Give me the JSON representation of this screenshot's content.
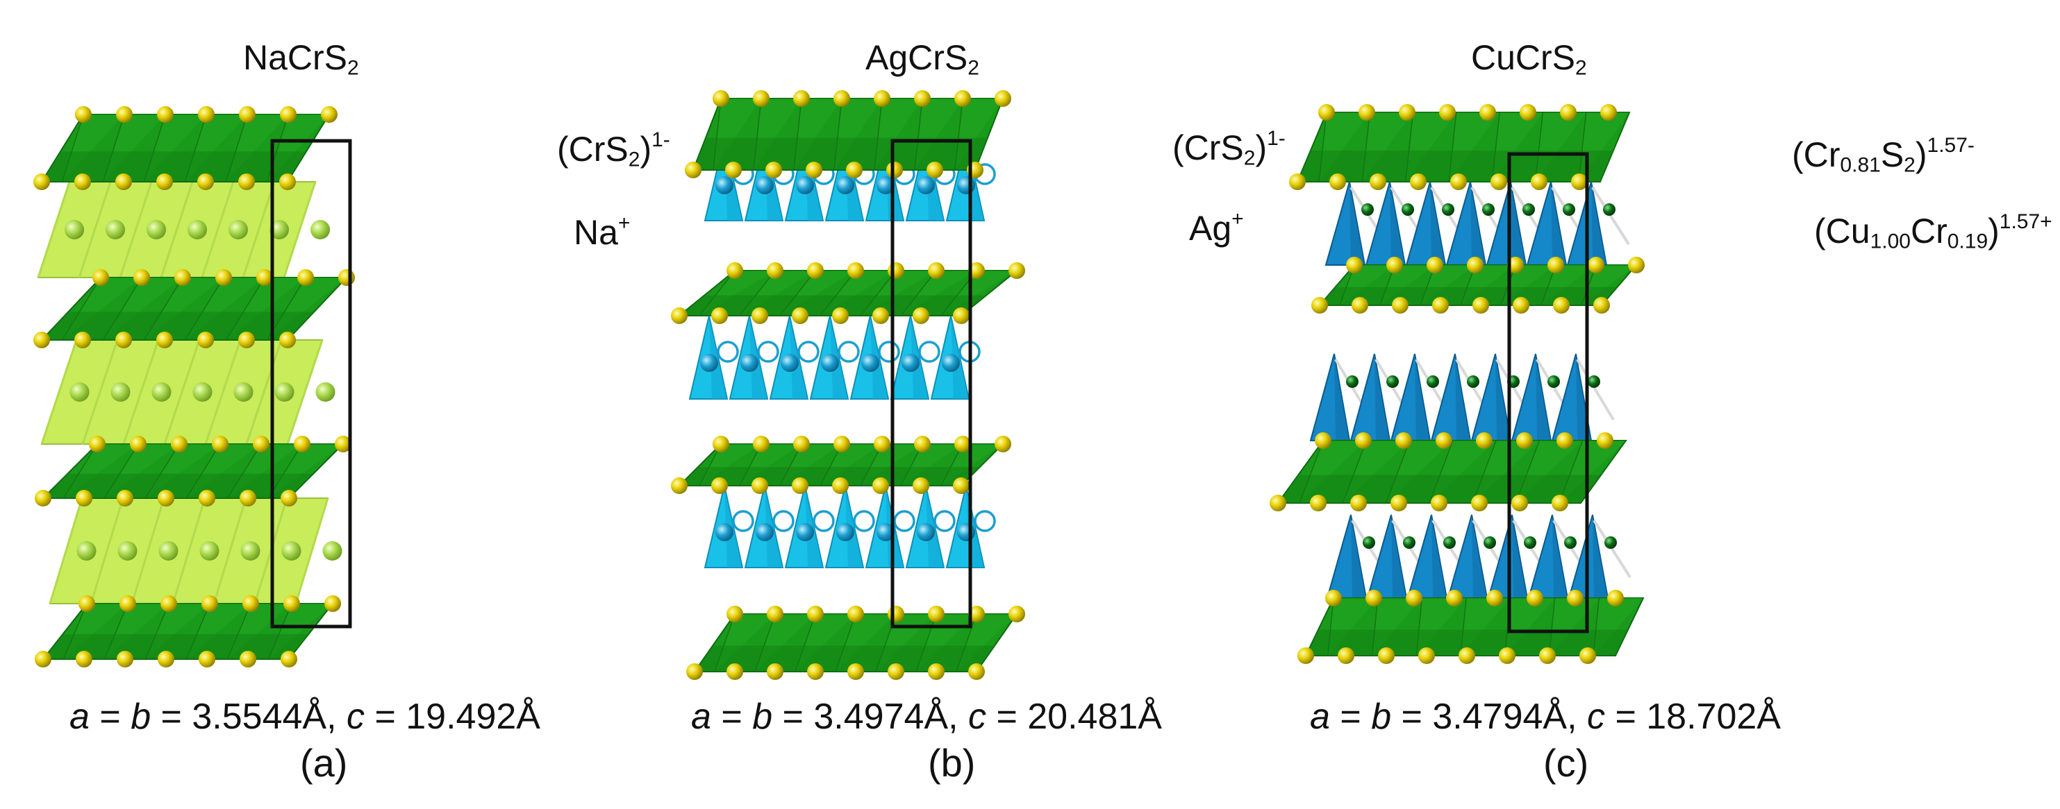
{
  "panels": [
    {
      "id": "a",
      "title": {
        "pre": "NaCrS",
        "sub": "2"
      },
      "top_layer": {
        "pre": "(CrS",
        "sub": "2",
        "post": ")",
        "sup": "1-"
      },
      "inter_label": {
        "pre": "Na",
        "sup": "+"
      },
      "params": {
        "a": "a",
        "eq1": " = ",
        "b": "b",
        "v1": " = 3.5544Å, ",
        "c": "c",
        "v2": " = 19.492Å"
      },
      "panel_label": "(a)",
      "interlayer": "octahedral"
    },
    {
      "id": "b",
      "title": {
        "pre": "AgCrS",
        "sub": "2"
      },
      "top_layer": {
        "pre": "(CrS",
        "sub": "2",
        "post": ")",
        "sup": "1-"
      },
      "inter_label": {
        "pre": "Ag",
        "sup": "+"
      },
      "params": {
        "a": "a",
        "eq1": " = ",
        "b": "b",
        "v1": " = 3.4974Å, ",
        "c": "c",
        "v2": " = 20.481Å"
      },
      "panel_label": "(b)",
      "interlayer": "tetrahedral-vacancy"
    },
    {
      "id": "c",
      "title": {
        "pre": "CuCrS",
        "sub": "2"
      },
      "top_layer": {
        "pre": "(Cr",
        "sub": "0.81",
        "mid": "S",
        "sub2": "2",
        "post": ")",
        "sup": "1.57-"
      },
      "inter_label": {
        "pre": "(Cu",
        "sub": "1.00",
        "mid": "Cr",
        "sub2": "0.19",
        "post": ")",
        "sup": "1.57+"
      },
      "params": {
        "a": "a",
        "eq1": " = ",
        "b": "b",
        "v1": " = 3.4794Å, ",
        "c": "c",
        "v2": " = 18.702Å"
      },
      "panel_label": "(c)",
      "interlayer": "tetrahedral-mixed"
    }
  ],
  "colors": {
    "crs2_layer": "#1a9a1a",
    "crs2_dark": "#0f7d12",
    "na_layer": "#c8ec5a",
    "ag_tetra": "#19c1e8",
    "cu_tetra": "#1488c8",
    "sulfur": "#e8d20a",
    "cr_dot": "#0a6b14",
    "cell_box": "#111111"
  }
}
